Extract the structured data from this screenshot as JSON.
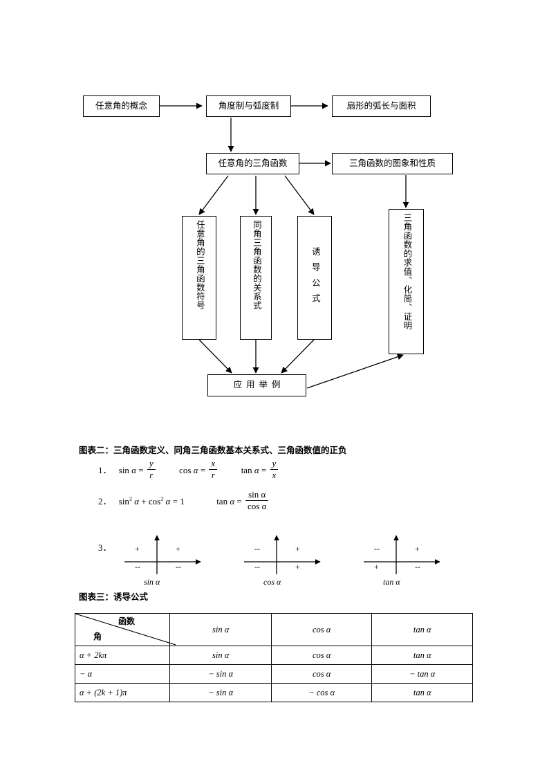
{
  "flowchart": {
    "nodes": [
      {
        "id": "n1",
        "label": "任意角的概念"
      },
      {
        "id": "n2",
        "label": "角度制与弧度制"
      },
      {
        "id": "n3",
        "label": "扇形的弧长与面积"
      },
      {
        "id": "n4",
        "label": "任意角的三角函数"
      },
      {
        "id": "n5",
        "label": "三角函数的图象和性质"
      },
      {
        "id": "n6",
        "label": "任意角的三角函数符号"
      },
      {
        "id": "n7",
        "label": "同角三角函数的关系式"
      },
      {
        "id": "n8",
        "label": "诱导公式"
      },
      {
        "id": "n9",
        "label": "三角函数的求值、化简、证明"
      },
      {
        "id": "n10",
        "label": "应用举例"
      }
    ]
  },
  "section2": {
    "heading": "图表二：三角函数定义、同角三角函数基本关系式、三角函数值的正负",
    "item1": {
      "number": "1．",
      "eq1": {
        "fn": "sin",
        "arg": "α",
        "eq": "=",
        "num": "y",
        "den": "r"
      },
      "eq2": {
        "fn": "cos",
        "arg": "α",
        "eq": "=",
        "num": "x",
        "den": "r"
      },
      "eq3": {
        "fn": "tan",
        "arg": "α",
        "eq": "=",
        "num": "y",
        "den": "x"
      }
    },
    "item2": {
      "number": "2．",
      "left": "sin² α + cos² α = 1",
      "left_parts": {
        "f1": "sin",
        "p1": "2",
        "a1": "α",
        "plus": "+",
        "f2": "cos",
        "p2": "2",
        "a2": "α",
        "eq": "=",
        "one": "1"
      },
      "right": {
        "fn": "tan",
        "arg": "α",
        "eq": "=",
        "num": "sin α",
        "den": "cos α"
      }
    },
    "item3": {
      "number": "3．",
      "diagrams": [
        {
          "label": "sin α",
          "q1": "+",
          "q2": "+",
          "q3": "--",
          "q4": "--"
        },
        {
          "label": "cos α",
          "q1": "+",
          "q2": "--",
          "q3": "--",
          "q4": "+"
        },
        {
          "label": "tan α",
          "q1": "+",
          "q2": "--",
          "q3": "+",
          "q4": "--"
        }
      ]
    }
  },
  "section3": {
    "heading": "图表三：诱导公式",
    "table": {
      "corner_function": "函数",
      "corner_angle": "角",
      "columns": [
        "sin α",
        "cos α",
        "tan α"
      ],
      "rows": [
        {
          "angle": "α + 2kπ",
          "sin": "sin α",
          "cos": "cos α",
          "tan": "tan α"
        },
        {
          "angle": "− α",
          "sin": "− sin α",
          "cos": "cos α",
          "tan": "− tan α"
        },
        {
          "angle": "α + (2k + 1)π",
          "sin": "− sin α",
          "cos": "− cos α",
          "tan": "tan α"
        }
      ]
    }
  }
}
